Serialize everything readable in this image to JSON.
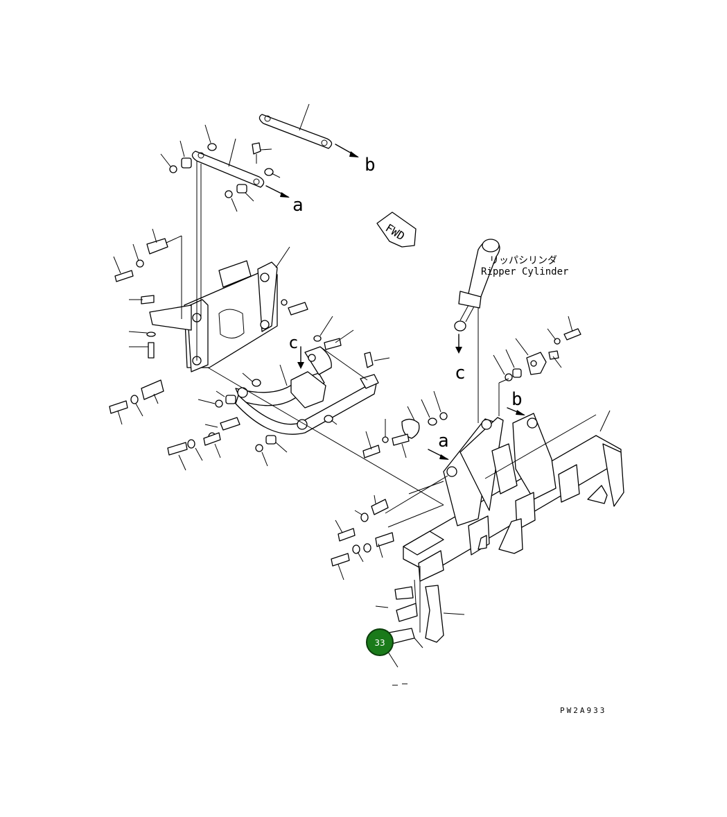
{
  "diagram": {
    "drawing_code": "PW2A933",
    "cylinder_label_jp": "リッパシリンダ",
    "cylinder_label_en": "Ripper Cylinder",
    "fwd_label": "FWD",
    "ref_letters": {
      "a1": "a",
      "a2": "a",
      "b1": "b",
      "b2": "b",
      "c1": "c",
      "c2": "c"
    },
    "callout": {
      "number": "33",
      "color": "#1a7a1a"
    }
  }
}
